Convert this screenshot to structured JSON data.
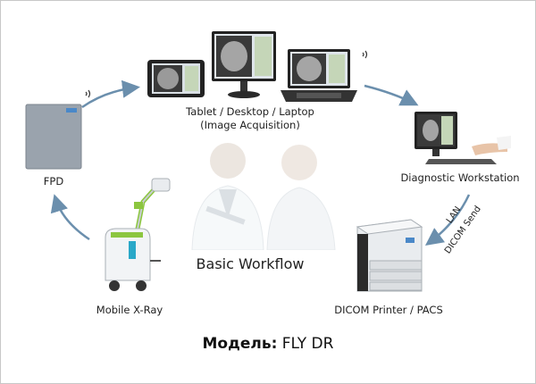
{
  "diagram": {
    "center_title": "Basic Workflow",
    "nodes": {
      "fpd": "FPD",
      "acquisition_line1": "Tablet / Desktop / Laptop",
      "acquisition_line2": "(Image Acquisition)",
      "workstation": "Diagnostic Workstation",
      "printer": "DICOM Printer / PACS",
      "xray": "Mobile X-Ray"
    },
    "link_labels": {
      "lan": "LAN",
      "dicom_send": "DICOM Send"
    },
    "model": {
      "prefix": "Модель:",
      "name": "FLY DR"
    }
  },
  "colors": {
    "arrow": "#6b8fad",
    "fpd_panel": "#9aa3ad",
    "screen_dark": "#2a2a2a",
    "accent_green": "#8cc63f"
  }
}
